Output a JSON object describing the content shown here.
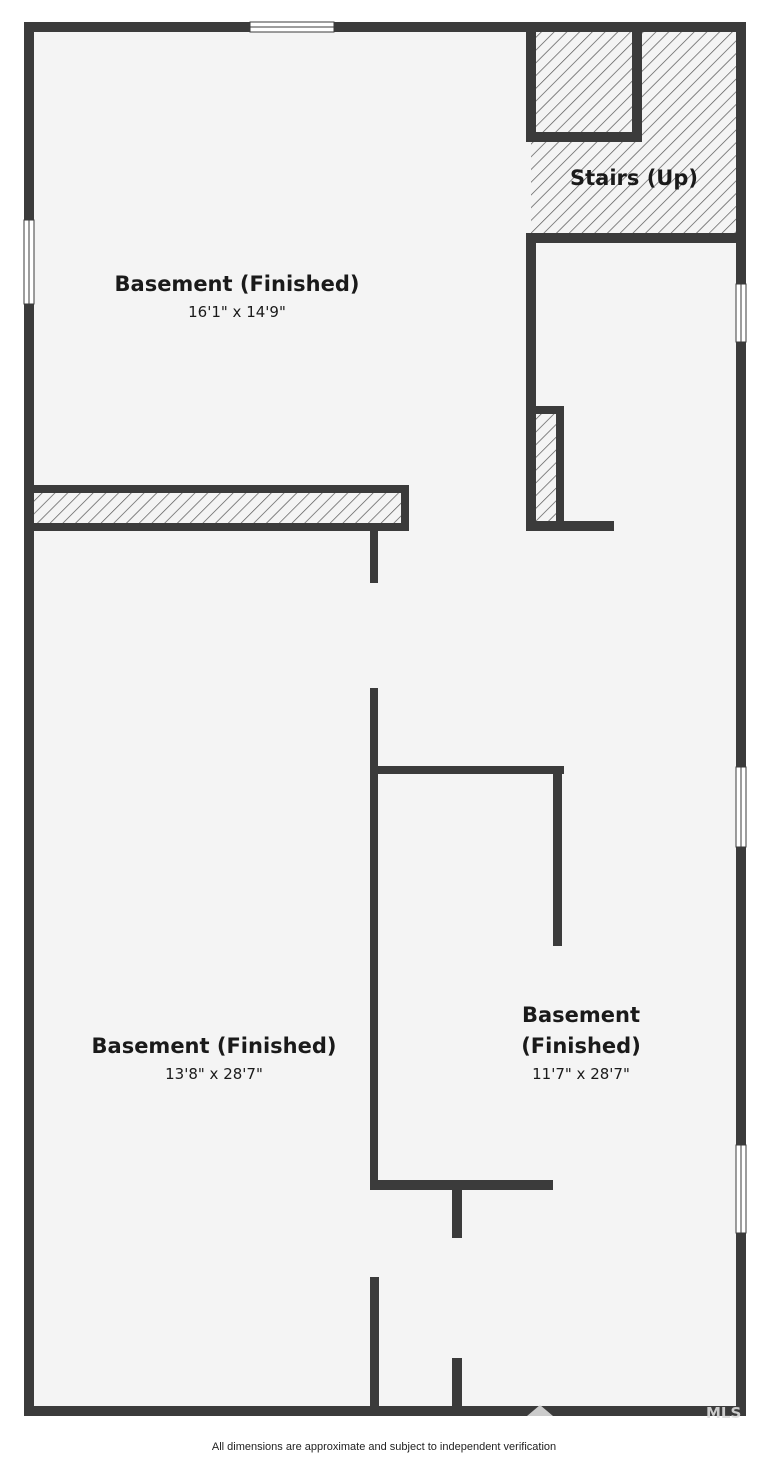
{
  "rooms": {
    "top_basement": {
      "name": "Basement (Finished)",
      "dims": "16'1\" x 14'9\""
    },
    "stairs": {
      "name": "Stairs (Up)"
    },
    "bottom_left_basement": {
      "name": "Basement (Finished)",
      "dims": "13'8\" x 28'7\""
    },
    "bottom_right_basement": {
      "name_line1": "Basement",
      "name_line2": "(Finished)",
      "dims": "11'7\" x 28'7\""
    }
  },
  "watermark": "MLS",
  "disclaimer": "All dimensions are approximate and subject to independent verification",
  "colors": {
    "wall": "#3b3b3b",
    "floor": "#f4f4f4",
    "hatch": "#555555"
  },
  "icons": [
    "house-logo-icon"
  ]
}
